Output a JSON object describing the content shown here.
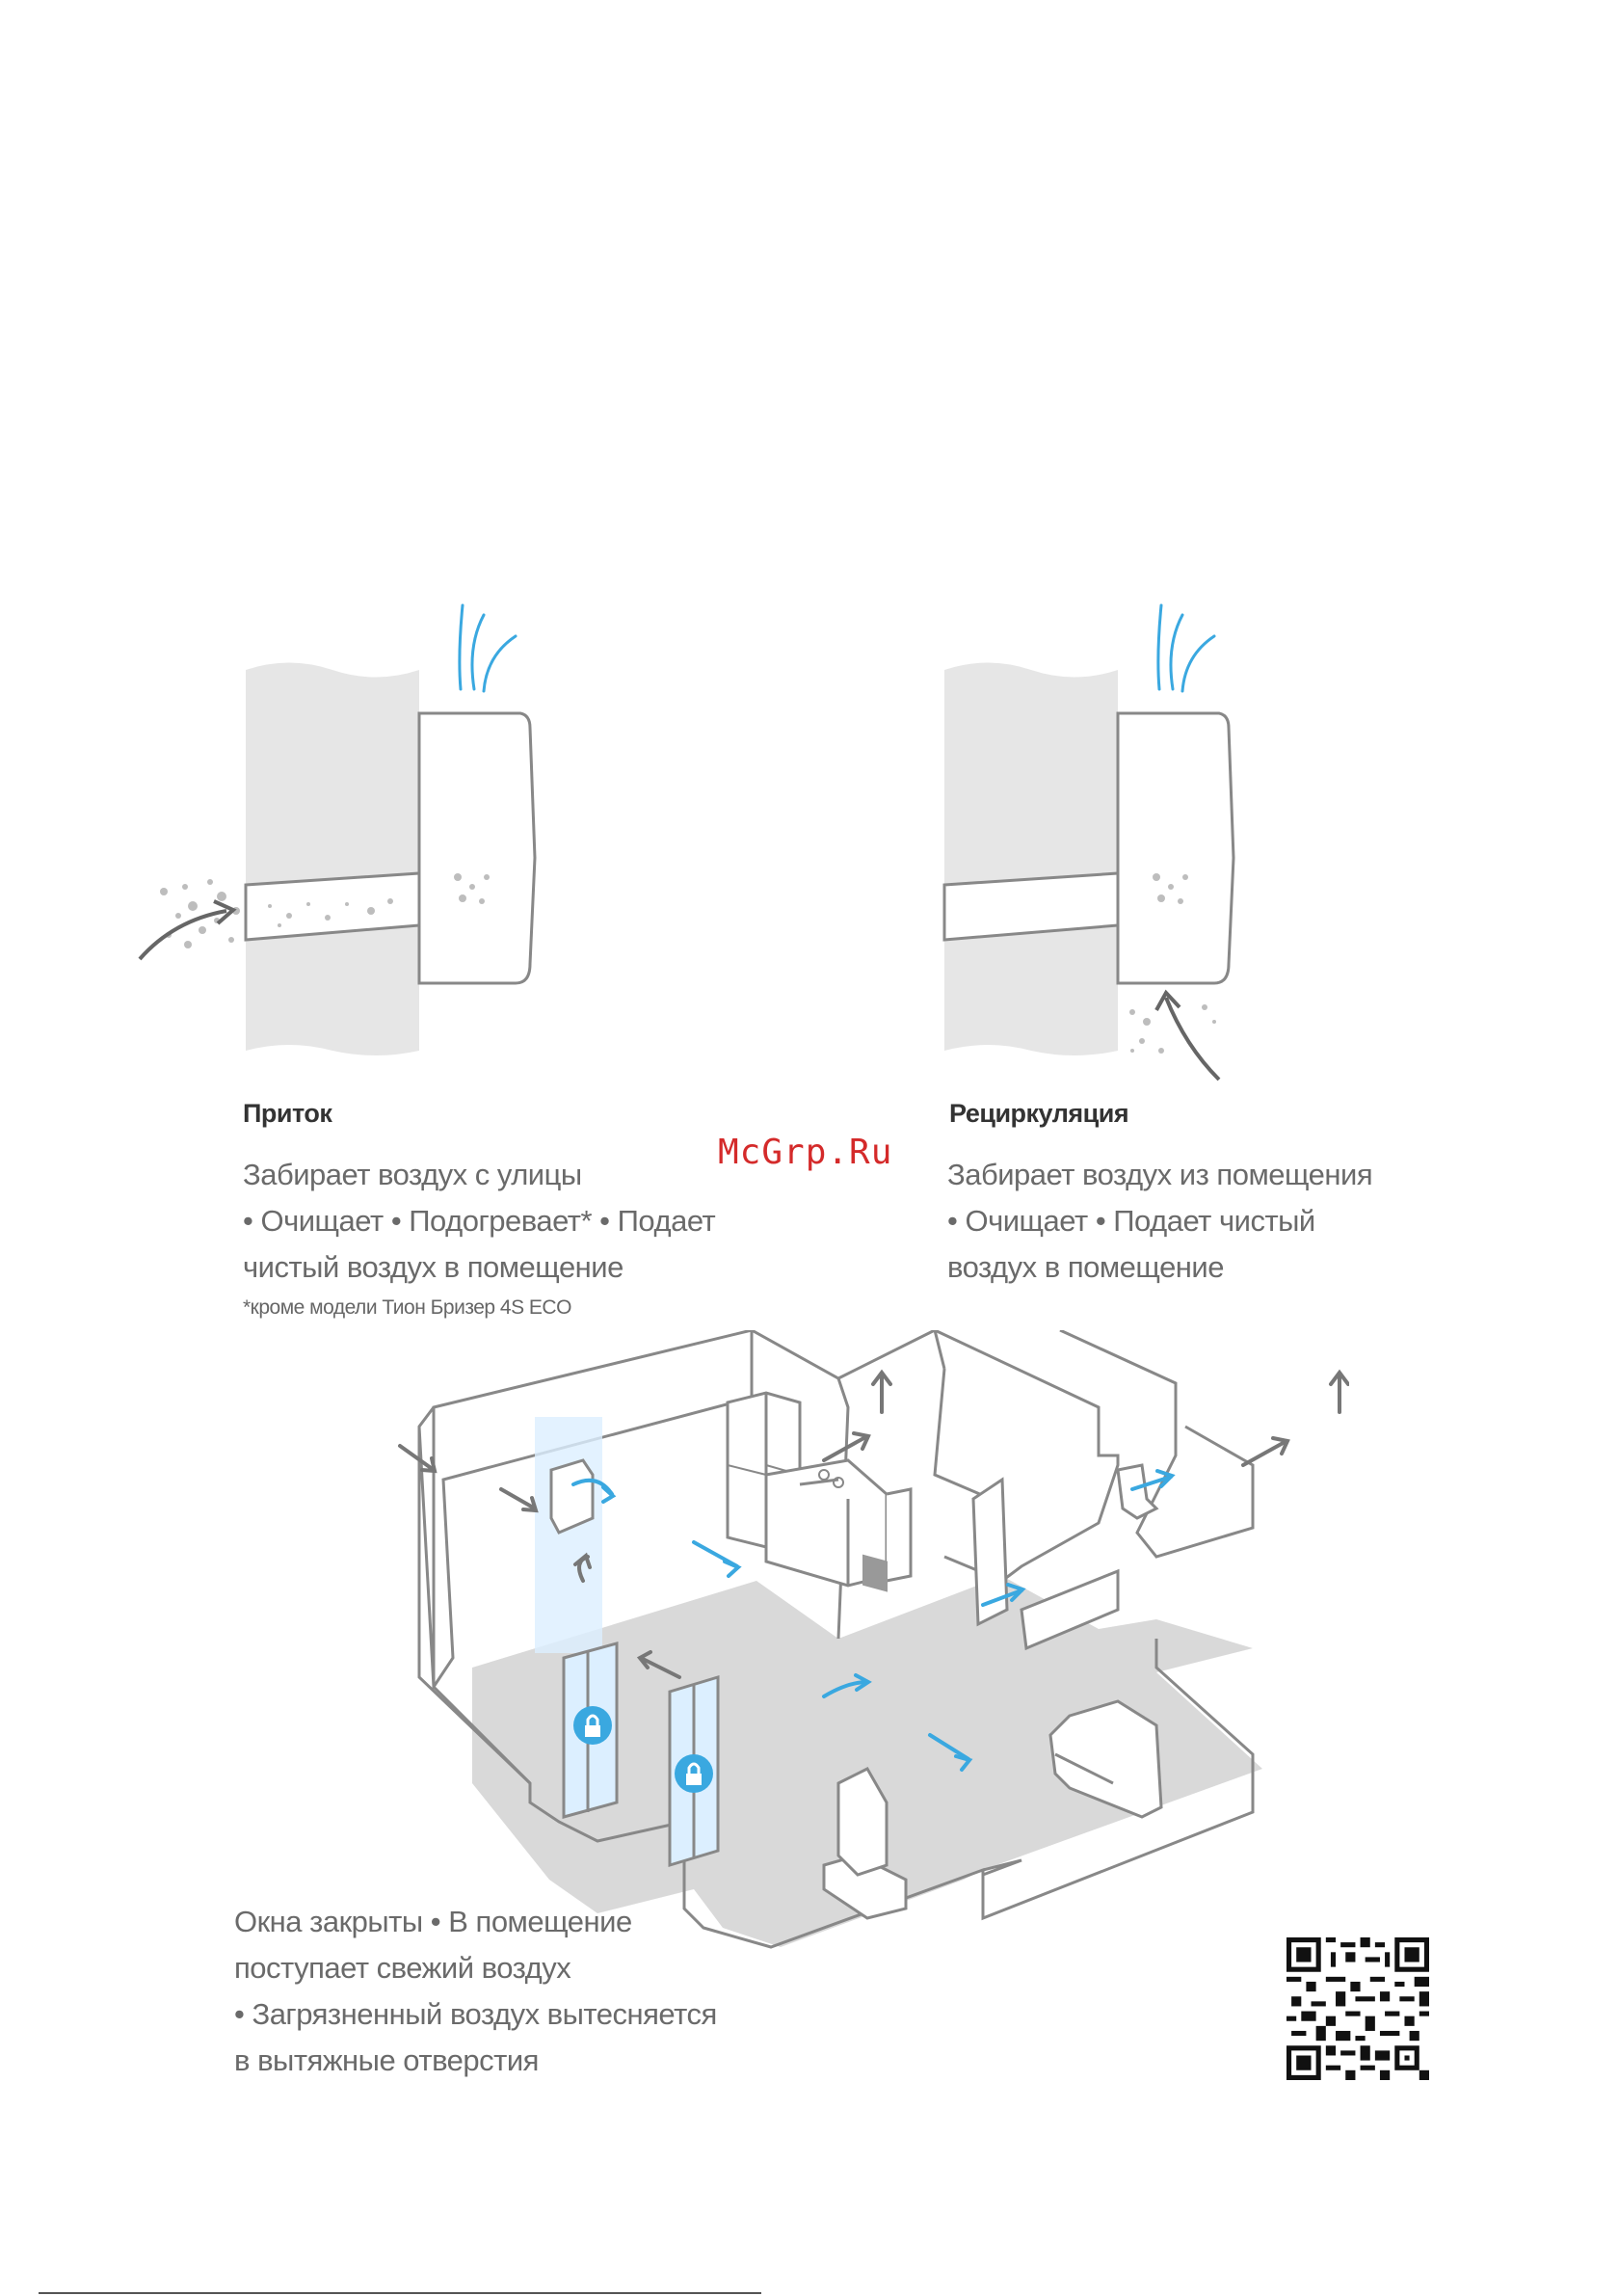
{
  "watermark": "McGrp.Ru",
  "modes": {
    "intake": {
      "title": "Приток",
      "lines": [
        "Забирает воздух с улицы",
        "• Очищает • Подогревает* • Подает",
        "чистый воздух в помещение"
      ],
      "footnote": "*кроме модели Тион Бризер 4S ECO"
    },
    "recirculation": {
      "title": "Рециркуляция",
      "lines": [
        "Забирает воздух из помещения",
        "• Очищает • Подает чистый",
        "воздух в помещение"
      ]
    }
  },
  "apartment": {
    "caption_lines": [
      "Окна закрыты • В помещение",
      "поступает свежий воздух",
      "• Загрязненный воздух вытесняется",
      "в вытяжные отверстия"
    ]
  },
  "colors": {
    "accent": "#3aa8e0",
    "wall": "#e6e6e6",
    "outline": "#888888",
    "floor": "#d9d9d9",
    "arrow": "#777777"
  },
  "icons": {
    "qr": "qr-code-icon",
    "lock": "lock-icon"
  }
}
